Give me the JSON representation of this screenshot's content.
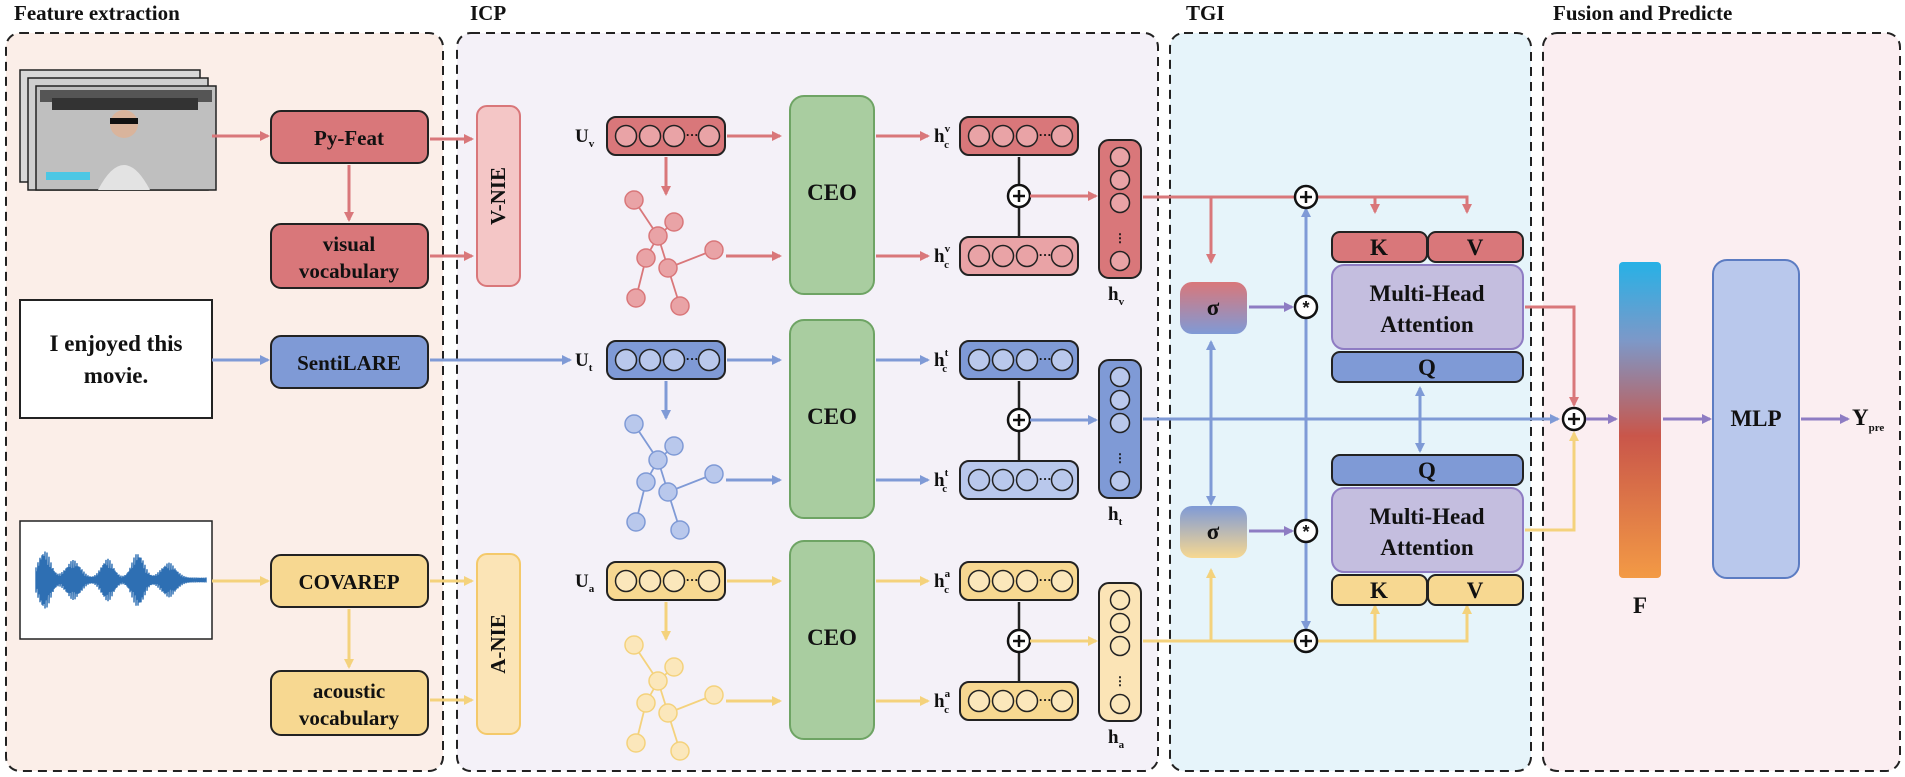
{
  "sections": {
    "feature_extraction": "Feature extraction",
    "icp": "ICP",
    "tgi": "TGI",
    "fusion": "Fusion and Predicte"
  },
  "inputs": {
    "text_sentence_line1": "I enjoyed this",
    "text_sentence_line2": "movie."
  },
  "extractors": {
    "visual": "Py-Feat",
    "visual_vocab_line1": "visual",
    "visual_vocab_line2": "vocabulary",
    "text": "SentiLARE",
    "audio": "COVAREP",
    "acoustic_vocab_line1": "acoustic",
    "acoustic_vocab_line2": "vocabulary"
  },
  "nie": {
    "visual": "V-NIE",
    "audio": "A-NIE"
  },
  "icp": {
    "ceo": "CEO",
    "u_label": "U",
    "u_subs": [
      "v",
      "t",
      "a"
    ],
    "h_label": "h",
    "hc_sup": [
      "v",
      "t",
      "a"
    ],
    "hc_sub": "c",
    "dots": "···"
  },
  "hidden": {
    "h": "h",
    "subs": [
      "v",
      "t",
      "a"
    ]
  },
  "tgi": {
    "sigma": "σ",
    "k": "K",
    "v": "V",
    "q": "Q",
    "mha_line1": "Multi-Head",
    "mha_line2": "Attention"
  },
  "fusion": {
    "f": "F",
    "mlp": "MLP",
    "y": "Y",
    "y_sub": "pre"
  },
  "colors": {
    "red": "#d9777a",
    "red_light": "#e9a3a6",
    "blue": "#7f9ad6",
    "blue_light": "#b9c8ec",
    "yellow": "#f7d891",
    "yellow_arrow": "#f4d27c",
    "green": "#a9cda0",
    "purple": "#c4bedf",
    "bg_feature": "#fbeee8",
    "bg_icp": "#f4f1f8",
    "bg_tgi": "#e6f4fa",
    "bg_fusion": "#fbeef1"
  }
}
